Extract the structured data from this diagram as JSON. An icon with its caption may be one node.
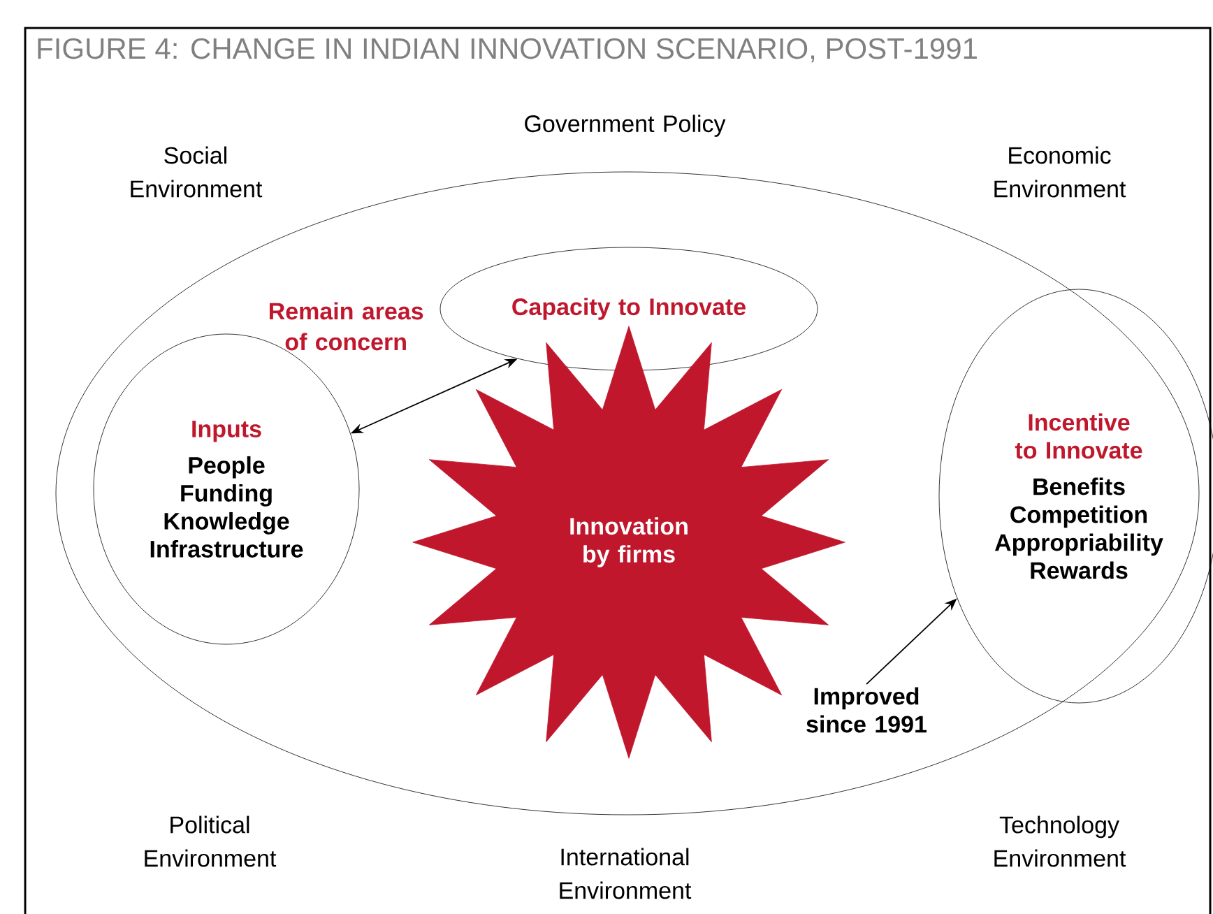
{
  "diagram": {
    "title": "FIGURE 4: CHANGE IN INDIAN INNOVATION SCENARIO, POST-1991",
    "nodes": [
      {
        "text": [],
        "shape": "ellipse"
      },
      {
        "text": [
          "Inputs",
          "People Funding Knowledge Infrastructure"
        ],
        "in": 0
      },
      {
        "text": [
          "Capacity to Innovate"
        ],
        "in": 0
      },
      {
        "text": [
          "Innovation by firms"
        ],
        "in": 0
      },
      {
        "text": [
          "Incentive to Innovate",
          "Benefits Competition Appropriability Rewards"
        ]
      },
      {
        "text": [
          "Improved since 1991"
        ],
        "in": 0
      }
    ],
    "edges": [
      {
        "from": 1,
        "to": 2,
        "arrow": "both",
        "label": "Remain areas of concern"
      },
      {
        "from": 5,
        "to": 4,
        "arrow": "to"
      }
    ],
    "labels": [
      "Government Policy",
      "Social Environment",
      "Economic Environment",
      "Political Environment",
      "International Environment",
      "Technology Environment"
    ]
  }
}
